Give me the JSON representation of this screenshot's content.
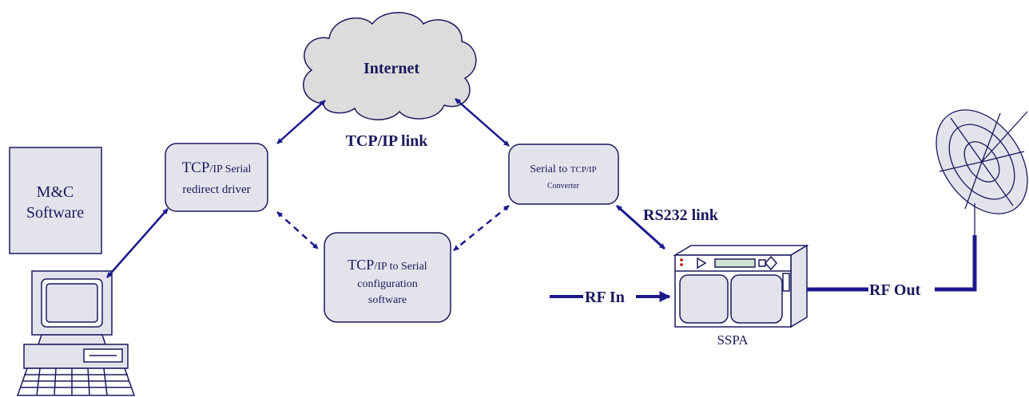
{
  "colors": {
    "link": "#1a1a8c",
    "box_fill": "#e3e3ec",
    "box_stroke": "#1a1a5e",
    "text": "#1a1a5e",
    "cloud_fill": "#dcdcdc"
  },
  "labels": {
    "internet": "Internet",
    "tcpip_link": "TCP/IP link",
    "rs232_link": "RS232 link",
    "rf_in": "RF In",
    "rf_out": "RF Out",
    "sspa": "SSPA",
    "mc_software": [
      "M&C",
      "Software"
    ]
  },
  "nodes": {
    "driver": {
      "big": "TCP",
      "small": "/IP Serial",
      "line2": "redirect driver"
    },
    "converter": {
      "line1_a": "Serial to ",
      "line1_b": "TCP/IP",
      "line2": "Converter"
    },
    "config": {
      "big": "TCP",
      "small": "/IP to Serial",
      "line2": "configuration",
      "line3": "software"
    }
  },
  "icons": {
    "computer": "desktop-computer-icon",
    "cloud": "cloud-icon",
    "sspa": "sspa-rack-unit-icon",
    "dish": "satellite-dish-icon"
  }
}
